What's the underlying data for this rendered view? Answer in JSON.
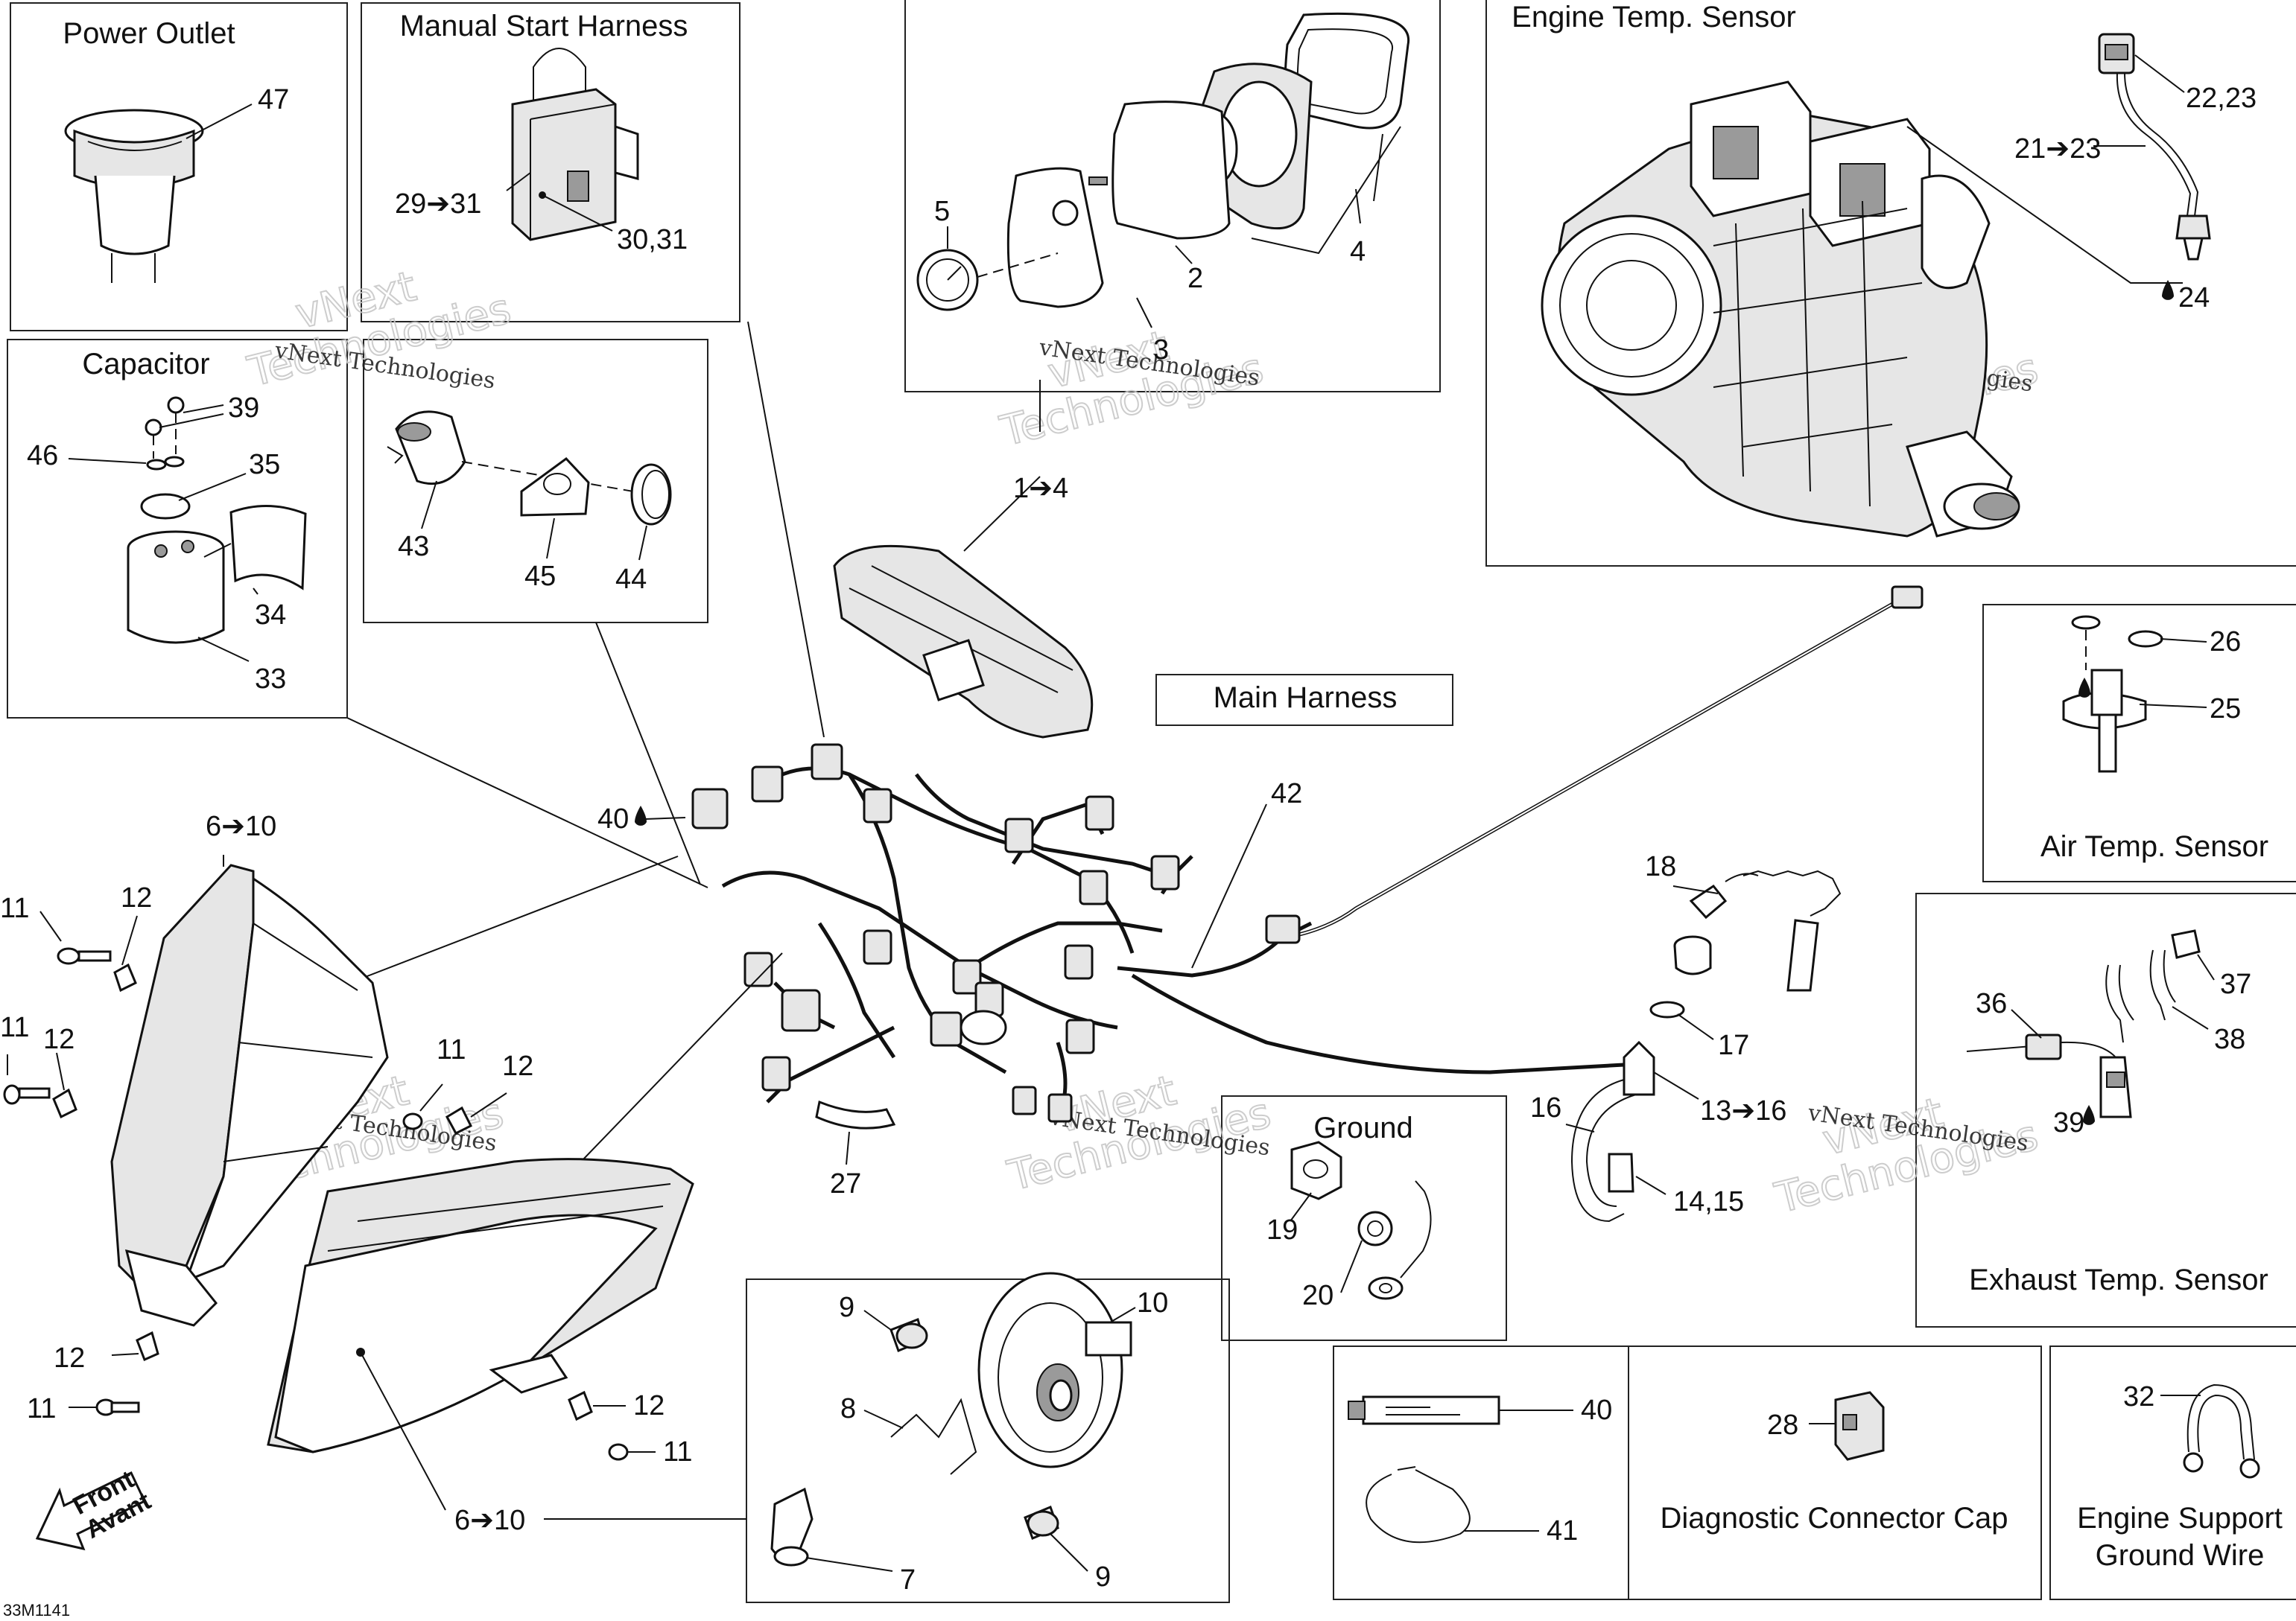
{
  "sections": {
    "power_outlet": "Power Outlet",
    "manual_start_harness": "Manual Start Harness",
    "capacitor": "Capacitor",
    "engine_temp_sensor": "Engine Temp. Sensor",
    "air_temp_sensor": "Air Temp. Sensor",
    "main_harness": "Main Harness",
    "ground": "Ground",
    "exhaust_temp_sensor": "Exhaust Temp. Sensor",
    "diagnostic_connector_cap": "Diagnostic Connector Cap",
    "engine_support_ground_wire_1": "Engine Support",
    "engine_support_ground_wire_2": "Ground Wire"
  },
  "callouts": {
    "c47": "47",
    "c29_31": "29➔31",
    "c30_31": "30,31",
    "c5": "5",
    "c2": "2",
    "c3": "3",
    "c4": "4",
    "c1_4": "1➔4",
    "c22_23": "22,23",
    "c21_23": "21➔23",
    "c24": "24",
    "c39_cap": "39",
    "c46": "46",
    "c35": "35",
    "c34": "34",
    "c33": "33",
    "c43": "43",
    "c45": "45",
    "c44": "44",
    "c26": "26",
    "c25": "25",
    "c40": "40",
    "c42": "42",
    "c6_10_top": "6➔10",
    "c11_a": "11",
    "c12_a": "12",
    "c11_b": "11",
    "c12_b": "12",
    "c11_c": "11",
    "c12_c": "12",
    "c18": "18",
    "c17": "17",
    "c16": "16",
    "c13_16": "13➔16",
    "c14_15": "14,15",
    "c27": "27",
    "c19": "19",
    "c20": "20",
    "c36": "36",
    "c37": "37",
    "c38": "38",
    "c39_exh": "39",
    "c12_d": "12",
    "c11_d": "11",
    "c12_e": "12",
    "c11_e": "11",
    "c6_10_bottom": "6➔10",
    "c9_a": "9",
    "c10": "10",
    "c8": "8",
    "c7": "7",
    "c9_b": "9",
    "c40_kit": "40",
    "c41": "41",
    "c28": "28",
    "c32": "32"
  },
  "watermarks": {
    "line1": "vNext",
    "line2": "Technologies",
    "combined": "vNext Technologies"
  },
  "front_arrow": {
    "line1": "Front",
    "line2": "Avant"
  },
  "diagram_code": "33M1141"
}
